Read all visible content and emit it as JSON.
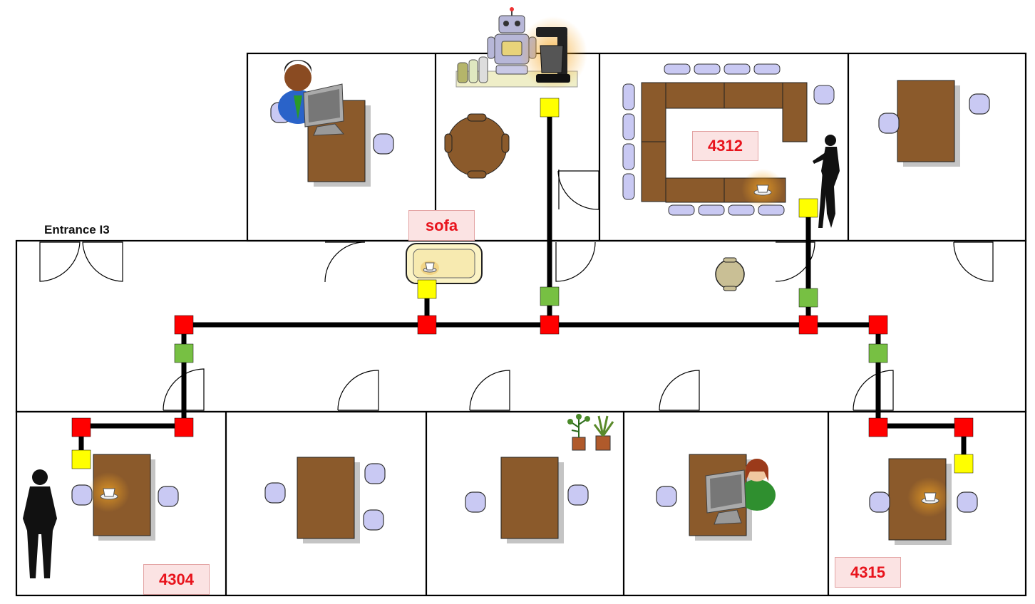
{
  "labels": {
    "entrance": "Entrance I3",
    "sofa": "sofa",
    "room_4312": "4312",
    "room_4304": "4304",
    "room_4315": "4315"
  },
  "colors": {
    "wall": "#000000",
    "table": "#8b5a2b",
    "chair": "#c9c9f3",
    "path": "#000000",
    "node_junction": "#ff0000",
    "node_door": "#77c043",
    "node_target": "#ffff00",
    "label_text": "#e8131c",
    "label_bg": "#fbe3e3"
  },
  "path_nodes": {
    "junction": "red",
    "door": "green",
    "target": "yellow"
  }
}
